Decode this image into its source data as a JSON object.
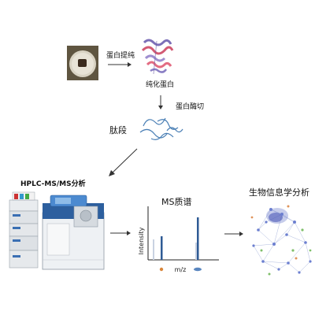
{
  "steps": {
    "purify_label": "蛋白提纯",
    "purified_label": "纯化蛋白",
    "digest_label": "蛋白酶切",
    "peptide_label": "肽段",
    "hplc_label": "HPLC-MS/MS分析",
    "ms_label": "MS质谱",
    "bioinfo_label": "生物信息学分析"
  },
  "ms_chart": {
    "ylabel": "Intensity",
    "xlabel": "m/z"
  }
}
